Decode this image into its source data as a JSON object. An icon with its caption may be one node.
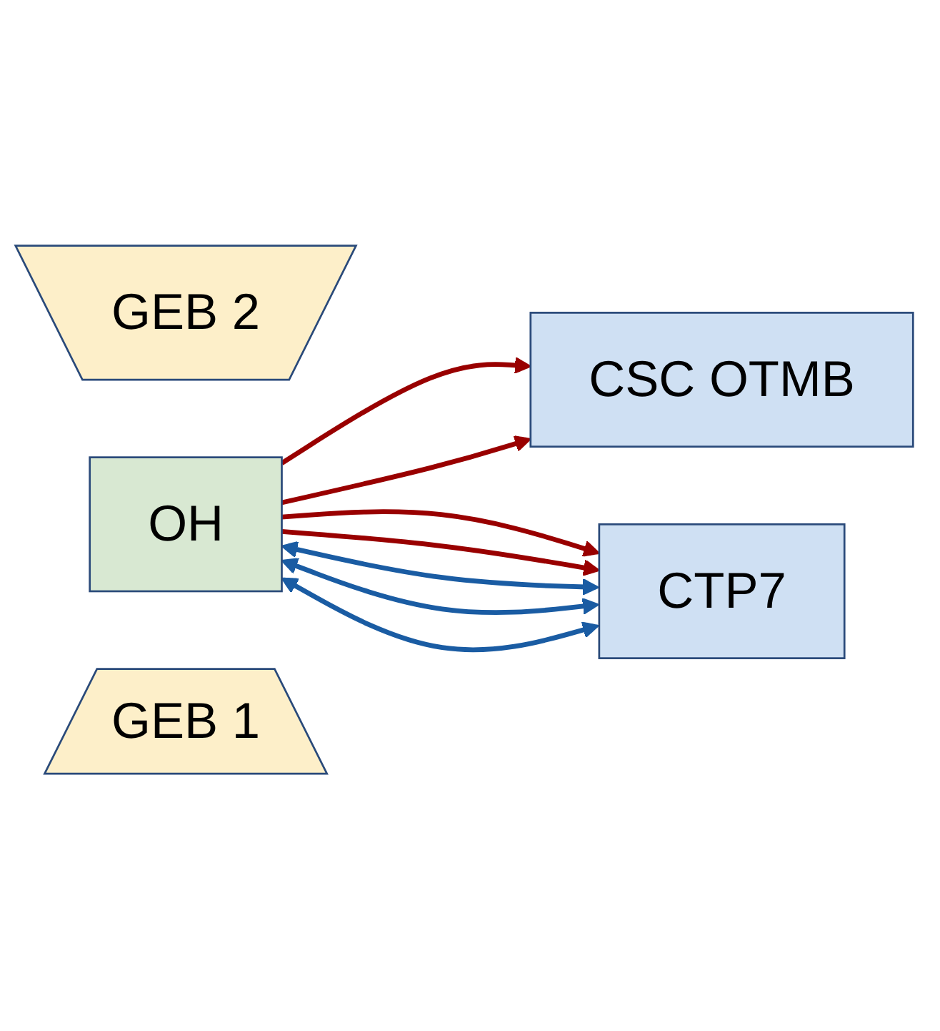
{
  "diagram": {
    "nodes": [
      {
        "text": [
          "GEB 2"
        ]
      },
      {
        "text": [
          "CSC OTMB"
        ]
      },
      {
        "text": [
          "OH"
        ]
      },
      {
        "text": [
          "CTP7"
        ]
      },
      {
        "text": [
          "GEB 1"
        ]
      }
    ],
    "edges": [
      {
        "from": 2,
        "to": 1,
        "arrow": "to"
      },
      {
        "from": 2,
        "to": 1,
        "arrow": "to"
      },
      {
        "from": 2,
        "to": 3,
        "arrow": "to"
      },
      {
        "from": 2,
        "to": 3,
        "arrow": "to"
      },
      {
        "from": 3,
        "to": 2,
        "arrow": "both",
        "color": "#1a5ca3"
      },
      {
        "from": 3,
        "to": 2,
        "arrow": "both",
        "color": "#1a5ca3"
      },
      {
        "from": 3,
        "to": 2,
        "arrow": "both",
        "color": "#1a5ca3"
      }
    ]
  }
}
